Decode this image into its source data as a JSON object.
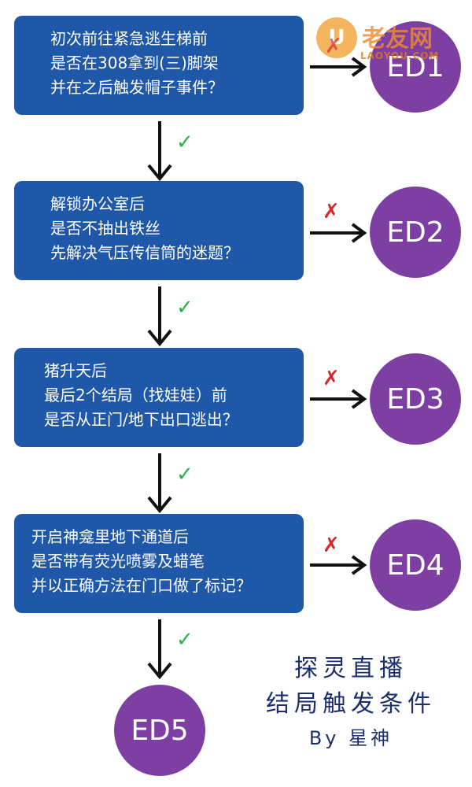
{
  "questions": [
    {
      "lines": [
        "初次前往紧急逃生梯前",
        "是否在308拿到(三)脚架",
        "并在之后触发帽子事件？"
      ],
      "ending": "ED1"
    },
    {
      "lines": [
        "解锁办公室后",
        "是否不抽出铁丝",
        "先解决气压传信筒的迷题？"
      ],
      "ending": "ED2"
    },
    {
      "lines": [
        "猪升天后",
        "最后2个结局（找娃娃）前",
        "是否从正门/地下出口逃出？"
      ],
      "ending": "ED3"
    },
    {
      "lines": [
        "开启神龛里地下通道后",
        "是否带有荧光喷雾及蜡笔",
        "并以正确方法在门口做了标记？"
      ],
      "ending": "ED4"
    }
  ],
  "final_ending": "ED5",
  "yes_mark": "✓",
  "no_mark": "✗",
  "caption": {
    "line1": "探灵直播",
    "line2": "结局触发条件",
    "line3": "By 星神"
  },
  "watermark": {
    "name": "老友网",
    "url": "LAOYOU.COM"
  },
  "colors": {
    "box": "#1f58a8",
    "ending_circle": "#7e3fa3",
    "yes": "#29b34a",
    "no": "#d8262a"
  }
}
